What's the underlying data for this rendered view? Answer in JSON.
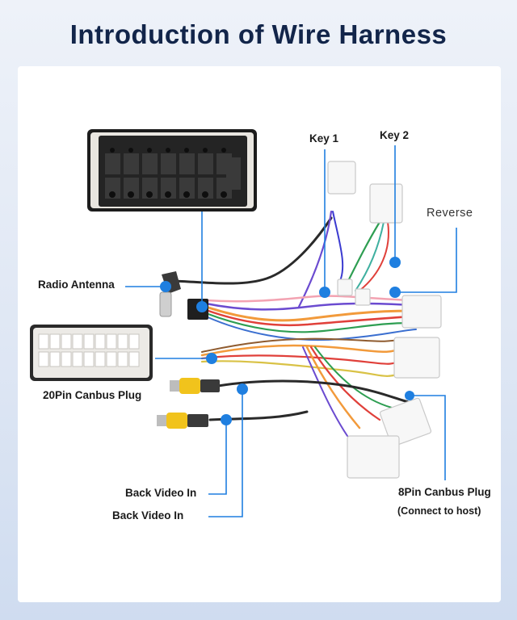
{
  "title": "Introduction of Wire Harness",
  "labels": {
    "key1": "Key 1",
    "key2": "Key 2",
    "reverse": "Reverse",
    "radio_antenna": "Radio Antenna",
    "canbus20": "20Pin Canbus Plug",
    "back_video_1": "Back Video In",
    "back_video_2": "Back Video In",
    "canbus8": "8Pin Canbus Plug",
    "connect_host": "(Connect to host)"
  },
  "colors": {
    "title": "#12254a",
    "callout": "#1f7fe0",
    "rca_yellow": "#f1c31c",
    "wire_red": "#e0403a",
    "wire_orange": "#f29a3b",
    "wire_purple": "#6b4bd0",
    "wire_green": "#2e9e52",
    "wire_black": "#2a2a2a",
    "wire_pink": "#f3a3b2"
  }
}
